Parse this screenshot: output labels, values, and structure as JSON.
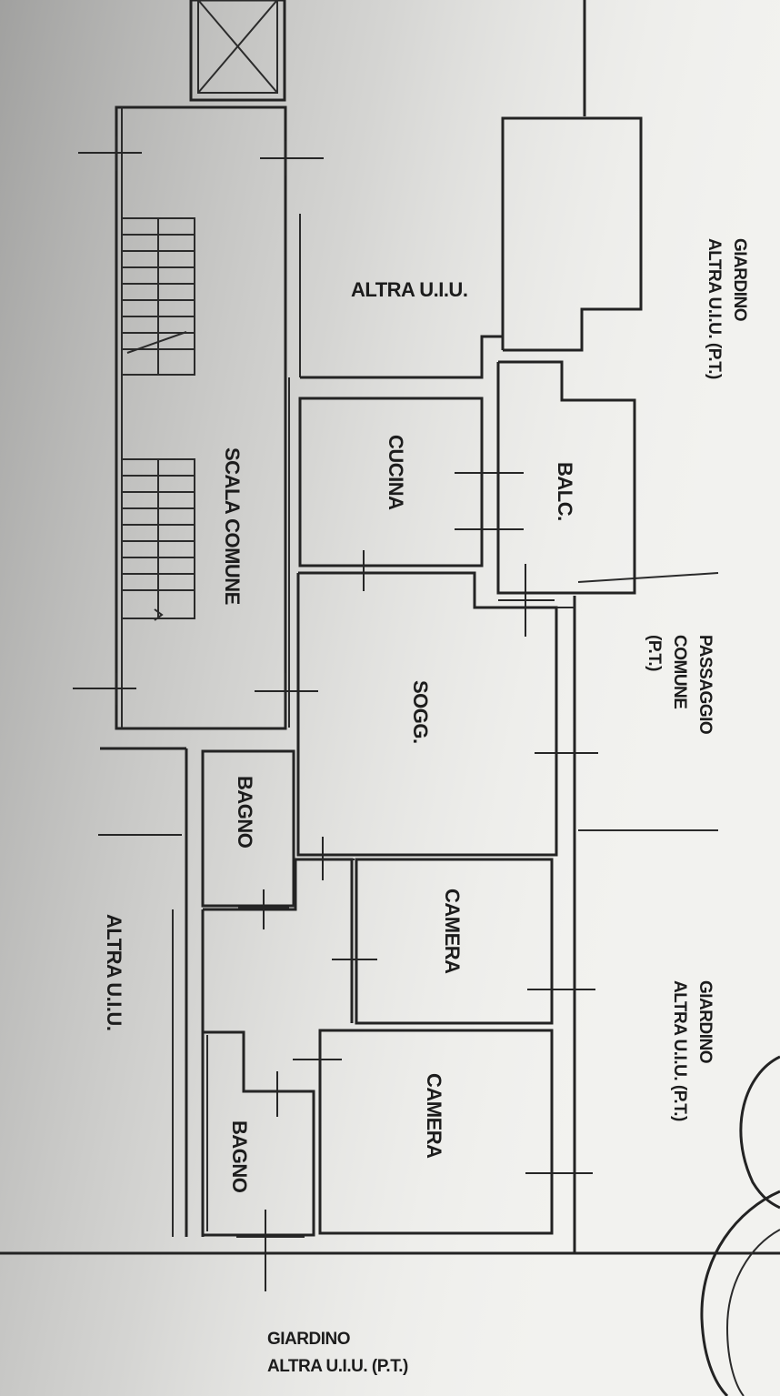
{
  "labels": {
    "scala_comune": "SCALA COMUNE",
    "cucina": "CUCINA",
    "balc": "BALC.",
    "sogg": "SOGG.",
    "bagno_1": "BAGNO",
    "bagno_2": "BAGNO",
    "camera_1": "CAMERA",
    "camera_2": "CAMERA",
    "altra_uiu_top": "ALTRA U.I.U.",
    "altra_uiu_left": "ALTRA U.I.U.",
    "giardino_top_line1": "GIARDINO",
    "giardino_top_line2": "ALTRA U.I.U. (P.T.)",
    "passaggio_line1": "PASSAGGIO",
    "passaggio_line2": "COMUNE",
    "passaggio_line3": "(P.T.)",
    "giardino_right_line1": "GIARDINO",
    "giardino_right_line2": "ALTRA U.I.U. (P.T.)",
    "giardino_bottom_line1": "GIARDINO",
    "giardino_bottom_line2": "ALTRA U.I.U. (P.T.)"
  },
  "colors": {
    "paper": "#f2f2ef",
    "ink": "#232323",
    "shadow": "#7d7d7d"
  },
  "icons": {
    "elevator": "elevator-icon",
    "stamp": "seal-stamp-icon"
  }
}
